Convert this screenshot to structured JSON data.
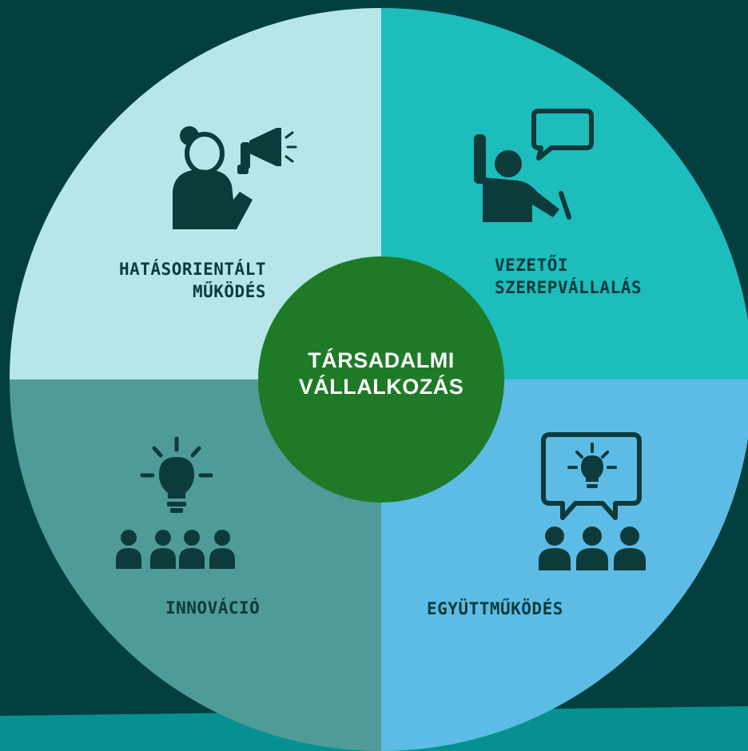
{
  "colors": {
    "background": "#033f3f",
    "bottom_band": "#069190",
    "quadrant_top_left": "#b6e6e8",
    "quadrant_top_right": "#1dbdbb",
    "quadrant_bottom_left": "#4f9b97",
    "quadrant_bottom_right": "#5cbce6",
    "center_circle": "#1e7a27",
    "icon": "#0d3a3a",
    "center_text": "#ffffff"
  },
  "center": {
    "line1": "TÁRSADALMI",
    "line2": "VÁLLALKOZÁS"
  },
  "quadrants": {
    "top_left": {
      "line1": "HATÁSORIENTÁLT",
      "line2": "MŰKÖDÉS",
      "icon": "megaphone-person-icon"
    },
    "top_right": {
      "line1": "VEZETŐI",
      "line2": "SZEREPVÁLLALÁS",
      "icon": "raised-hand-speech-icon"
    },
    "bottom_left": {
      "line1": "INNOVÁCIÓ",
      "icon": "lightbulb-group-icon"
    },
    "bottom_right": {
      "line1": "EGYÜTTMŰKÖDÉS",
      "icon": "presentation-group-icon"
    }
  }
}
